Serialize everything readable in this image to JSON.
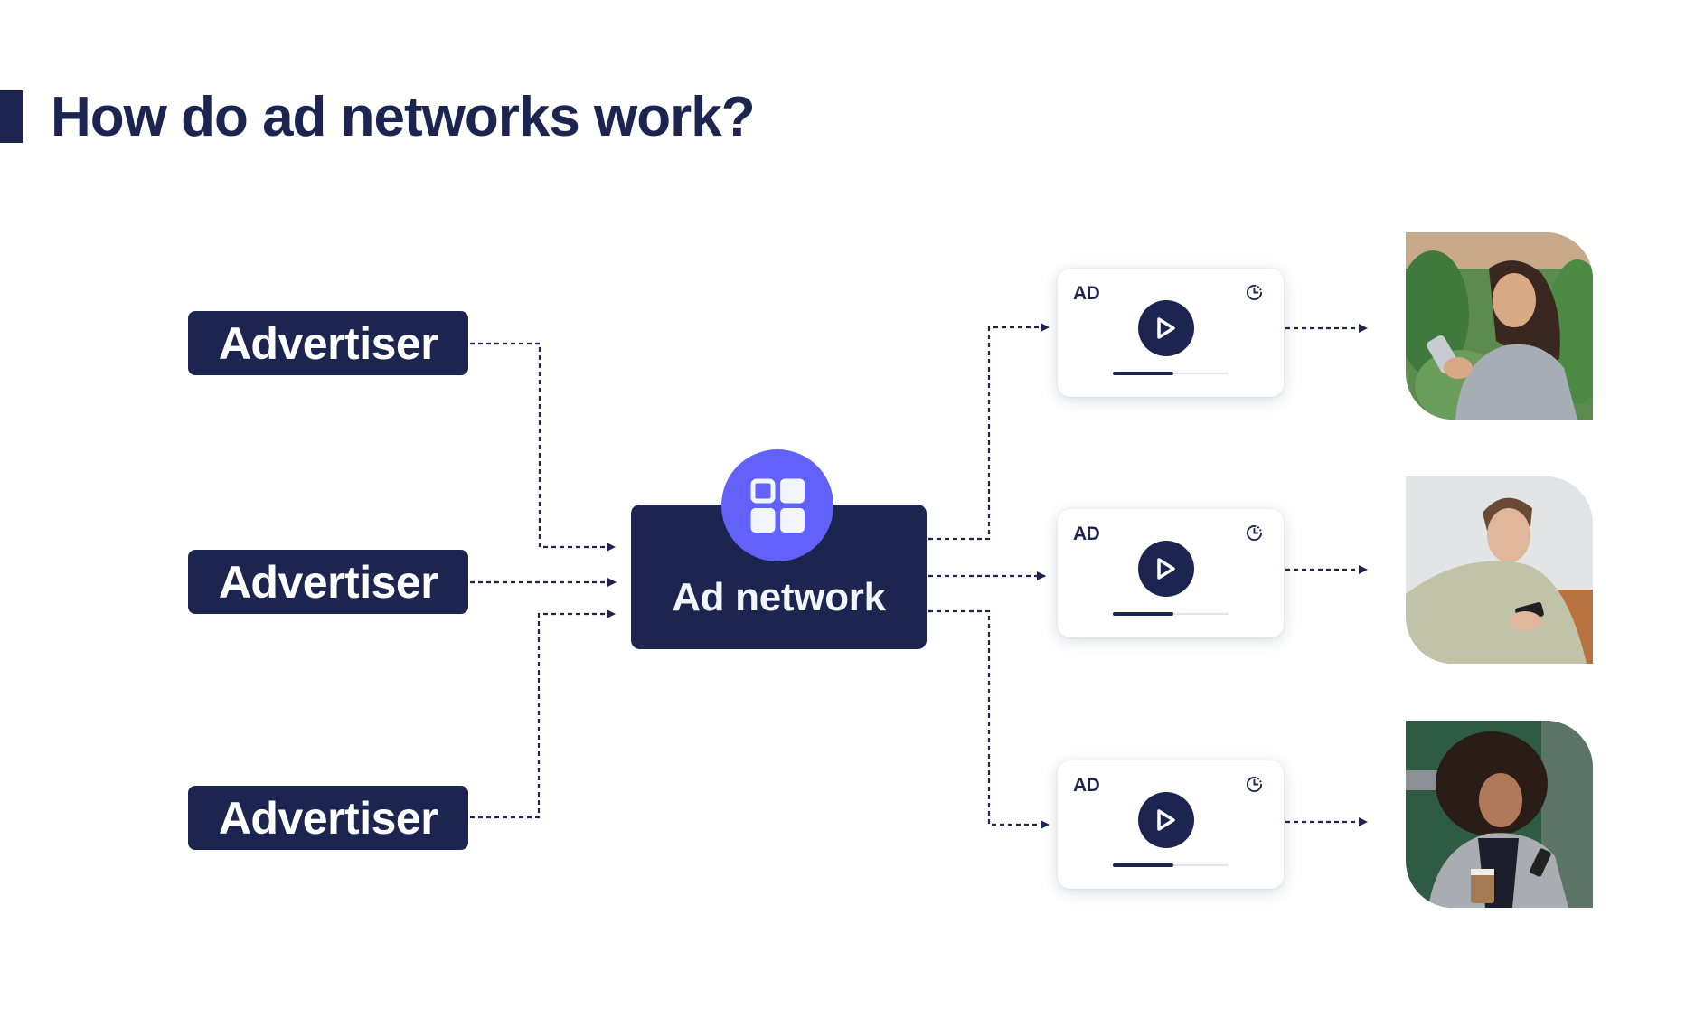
{
  "header": {
    "title": "How do ad networks work?"
  },
  "advertisers": [
    {
      "label": "Advertiser"
    },
    {
      "label": "Advertiser"
    },
    {
      "label": "Advertiser"
    }
  ],
  "ad_network": {
    "label": "Ad network",
    "icon": "grid-apps-icon",
    "badge_color": "#6262fb"
  },
  "ad_cards": [
    {
      "badge": "AD",
      "icon": "clock-icon",
      "play_icon": "play-icon",
      "progress": 0.52
    },
    {
      "badge": "AD",
      "icon": "clock-icon",
      "play_icon": "play-icon",
      "progress": 0.52
    },
    {
      "badge": "AD",
      "icon": "clock-icon",
      "play_icon": "play-icon",
      "progress": 0.52
    }
  ],
  "audience_photos": [
    {
      "description": "woman with earphones looking at phone among plants"
    },
    {
      "description": "young man in hoodie using phone on sofa"
    },
    {
      "description": "woman with curly hair holding coffee and phone"
    }
  ],
  "colors": {
    "primary": "#1b2550",
    "accent": "#6262fb",
    "background": "#ffffff"
  }
}
